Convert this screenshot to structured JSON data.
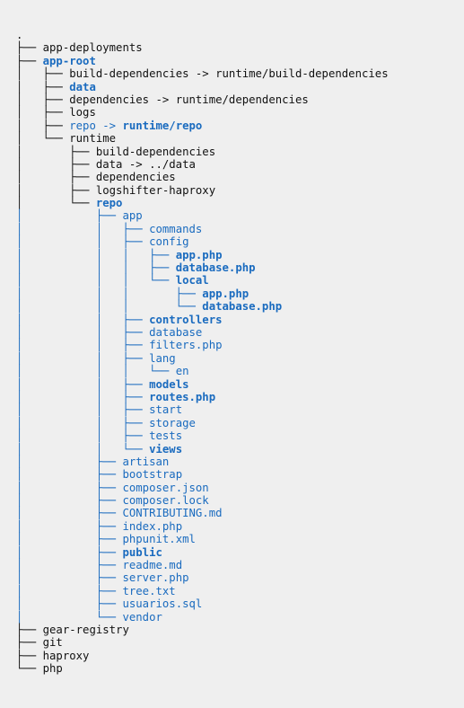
{
  "colors": {
    "text": "#111111",
    "link": "#1a6bbf",
    "background": "#efefef"
  },
  "root": ".",
  "entries": [
    {
      "guide": "├── ",
      "gcolor": "black",
      "name": "app-deployments"
    },
    {
      "guide": "├── ",
      "gcolor": "black",
      "name": "app-root",
      "blue": true,
      "bold": true
    },
    {
      "guide": "│   ├── ",
      "gcolor": "black",
      "name": "build-dependencies -> runtime/build-dependencies"
    },
    {
      "guide": "│   ├── ",
      "gcolor": "black",
      "name": "data",
      "blue": true,
      "bold": true
    },
    {
      "guide": "│   ├── ",
      "gcolor": "black",
      "name": "dependencies -> runtime/dependencies"
    },
    {
      "guide": "│   ├── ",
      "gcolor": "black",
      "name": "logs"
    },
    {
      "guide": "│   ├── ",
      "gcolor": "black",
      "name": "repo -> ",
      "blue": true,
      "target": "runtime/repo",
      "targetBlue": true,
      "targetBold": true
    },
    {
      "guide": "│   └── ",
      "gcolor": "black",
      "name": "runtime"
    },
    {
      "guide": "│       ├── ",
      "gcolor": "black",
      "name": "build-dependencies"
    },
    {
      "guide": "│       ├── ",
      "gcolor": "black",
      "name": "data -> ../data"
    },
    {
      "guide": "│       ├── ",
      "gcolor": "black",
      "name": "dependencies"
    },
    {
      "guide": "│       ├── ",
      "gcolor": "black",
      "name": "logshifter-haproxy"
    },
    {
      "guide": "│       └── ",
      "gcolor": "black",
      "name": "repo",
      "blue": true,
      "bold": true
    },
    {
      "guide": "│           ├── ",
      "gcolor": "blue",
      "name": "app",
      "blue": true
    },
    {
      "guide": "│           │   ├── ",
      "gcolor": "blue",
      "name": "commands",
      "blue": true
    },
    {
      "guide": "│           │   ├── ",
      "gcolor": "blue",
      "name": "config",
      "blue": true
    },
    {
      "guide": "│           │   │   ├── ",
      "gcolor": "blue",
      "name": "app.php",
      "blue": true,
      "bold": true
    },
    {
      "guide": "│           │   │   ├── ",
      "gcolor": "blue",
      "name": "database.php",
      "blue": true,
      "bold": true
    },
    {
      "guide": "│           │   │   └── ",
      "gcolor": "blue",
      "name": "local",
      "blue": true,
      "bold": true
    },
    {
      "guide": "│           │   │       ├── ",
      "gcolor": "blue",
      "name": "app.php",
      "blue": true,
      "bold": true
    },
    {
      "guide": "│           │   │       └── ",
      "gcolor": "blue",
      "name": "database.php",
      "blue": true,
      "bold": true
    },
    {
      "guide": "│           │   ├── ",
      "gcolor": "blue",
      "name": "controllers",
      "blue": true,
      "bold": true
    },
    {
      "guide": "│           │   ├── ",
      "gcolor": "blue",
      "name": "database",
      "blue": true
    },
    {
      "guide": "│           │   ├── ",
      "gcolor": "blue",
      "name": "filters.php",
      "blue": true
    },
    {
      "guide": "│           │   ├── ",
      "gcolor": "blue",
      "name": "lang",
      "blue": true
    },
    {
      "guide": "│           │   │   └── ",
      "gcolor": "blue",
      "name": "en",
      "blue": true
    },
    {
      "guide": "│           │   ├── ",
      "gcolor": "blue",
      "name": "models",
      "blue": true,
      "bold": true
    },
    {
      "guide": "│           │   ├── ",
      "gcolor": "blue",
      "name": "routes.php",
      "blue": true,
      "bold": true
    },
    {
      "guide": "│           │   ├── ",
      "gcolor": "blue",
      "name": "start",
      "blue": true
    },
    {
      "guide": "│           │   ├── ",
      "gcolor": "blue",
      "name": "storage",
      "blue": true
    },
    {
      "guide": "│           │   ├── ",
      "gcolor": "blue",
      "name": "tests",
      "blue": true
    },
    {
      "guide": "│           │   └── ",
      "gcolor": "blue",
      "name": "views",
      "blue": true,
      "bold": true
    },
    {
      "guide": "│           ├── ",
      "gcolor": "blue",
      "name": "artisan",
      "blue": true
    },
    {
      "guide": "│           ├── ",
      "gcolor": "blue",
      "name": "bootstrap",
      "blue": true
    },
    {
      "guide": "│           ├── ",
      "gcolor": "blue",
      "name": "composer.json",
      "blue": true
    },
    {
      "guide": "│           ├── ",
      "gcolor": "blue",
      "name": "composer.lock",
      "blue": true
    },
    {
      "guide": "│           ├── ",
      "gcolor": "blue",
      "name": "CONTRIBUTING.md",
      "blue": true
    },
    {
      "guide": "│           ├── ",
      "gcolor": "blue",
      "name": "index.php",
      "blue": true
    },
    {
      "guide": "│           ├── ",
      "gcolor": "blue",
      "name": "phpunit.xml",
      "blue": true
    },
    {
      "guide": "│           ├── ",
      "gcolor": "blue",
      "name": "public",
      "blue": true,
      "bold": true
    },
    {
      "guide": "│           ├── ",
      "gcolor": "blue",
      "name": "readme.md",
      "blue": true
    },
    {
      "guide": "│           ├── ",
      "gcolor": "blue",
      "name": "server.php",
      "blue": true
    },
    {
      "guide": "│           ├── ",
      "gcolor": "blue",
      "name": "tree.txt",
      "blue": true
    },
    {
      "guide": "│           ├── ",
      "gcolor": "blue",
      "name": "usuarios.sql",
      "blue": true
    },
    {
      "guide": "│           └── ",
      "gcolor": "blue",
      "name": "vendor",
      "blue": true
    },
    {
      "guide": "├── ",
      "gcolor": "black",
      "name": "gear-registry"
    },
    {
      "guide": "├── ",
      "gcolor": "black",
      "name": "git"
    },
    {
      "guide": "├── ",
      "gcolor": "black",
      "name": "haproxy"
    },
    {
      "guide": "└── ",
      "gcolor": "black",
      "name": "php"
    }
  ]
}
